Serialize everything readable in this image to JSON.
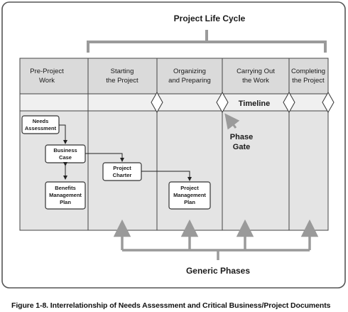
{
  "title": "Project Life Cycle",
  "phases": [
    {
      "line1": "Pre-Project",
      "line2": "Work"
    },
    {
      "line1": "Starting",
      "line2": "the Project"
    },
    {
      "line1": "Organizing",
      "line2": "and Preparing"
    },
    {
      "line1": "Carrying Out",
      "line2": "the Work"
    },
    {
      "line1": "Completing",
      "line2": "the Project"
    }
  ],
  "timeline_label": "Timeline",
  "phase_gate": {
    "line1": "Phase",
    "line2": "Gate"
  },
  "documents": [
    {
      "line1": "Needs",
      "line2": "Assessment"
    },
    {
      "line1": "Business",
      "line2": "Case"
    },
    {
      "line1": "Benefits",
      "line2": "Management",
      "line3": "Plan"
    },
    {
      "line1": "Project",
      "line2": "Charter"
    },
    {
      "line1": "Project",
      "line2": "Management",
      "line3": "Plan"
    }
  ],
  "generic_phases_label": "Generic Phases",
  "caption": "Figure 1-8. Interrelationship of Needs Assessment and Critical Business/Project Documents",
  "colors": {
    "panel": "#e4e4e4",
    "header": "#d6d6d6",
    "timeline": "#eeeeee",
    "stroke": "#444444",
    "connector": "#9a9a9a"
  }
}
